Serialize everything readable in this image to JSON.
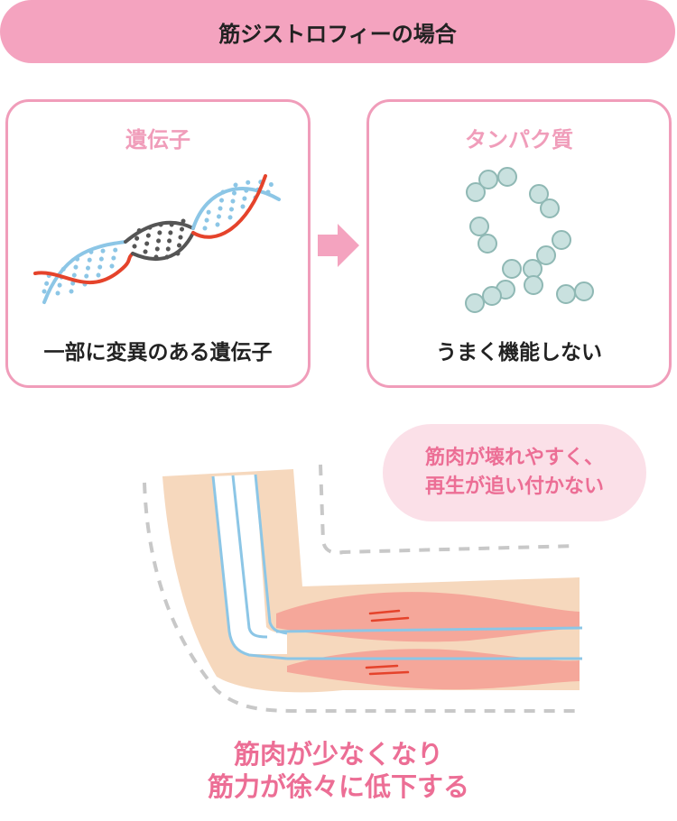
{
  "header": {
    "title": "筋ジストロフィーの場合"
  },
  "gene_panel": {
    "title": "遺伝子",
    "caption": "一部に変異のある遺伝子"
  },
  "protein_panel": {
    "title": "タンパク質",
    "caption": "うまく機能しない"
  },
  "bubble": {
    "line1": "筋肉が壊れやすく、",
    "line2": "再生が追い付かない"
  },
  "conclusion": {
    "line1": "筋肉が少なくなり",
    "line2": "筋力が徐々に低下する"
  },
  "colors": {
    "pink": "#f09dba",
    "pink_text": "#ec6e95",
    "title_bg": "#f4a3bf",
    "dna_red": "#e5432b",
    "dna_blue": "#8cc6e6",
    "dna_gray": "#555555",
    "protein": "#c9e1df",
    "skin": "#f6d8bd",
    "muscle": "#f5a79a"
  }
}
